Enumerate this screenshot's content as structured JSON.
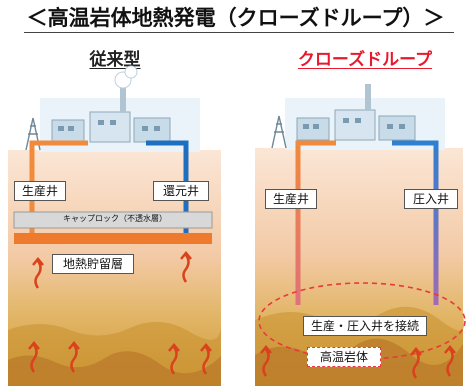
{
  "title": "＜高温岩体地熱発電（クローズドループ）＞",
  "panels": {
    "left": {
      "heading": "従来型",
      "labels": {
        "production_well": "生産井",
        "reinjection_well": "還元井",
        "caprock": "キャップロック（不透水層）",
        "reservoir": "地熱貯留層"
      }
    },
    "right": {
      "heading": "クローズドループ",
      "labels": {
        "production_well": "生産井",
        "injection_well": "圧入井",
        "connection": "生産・圧入井を接続",
        "hot_rock": "高温岩体"
      }
    }
  },
  "colors": {
    "heading_right": "#e8192c",
    "hot_pipe": "#f08a3c",
    "cold_pipe": "#1f6fc1",
    "soil_top": "#f9dcc6",
    "soil_bottom": "#d2a23e",
    "caprock": "#d8d8d8",
    "reservoir_bar": "#ee7a2e",
    "heat_arrow": "#d9421c",
    "dashed_ellipse": "#e83a3a"
  },
  "icons": [
    "power-plant-icon",
    "heat-arrow-icon",
    "transmission-tower-icon"
  ]
}
